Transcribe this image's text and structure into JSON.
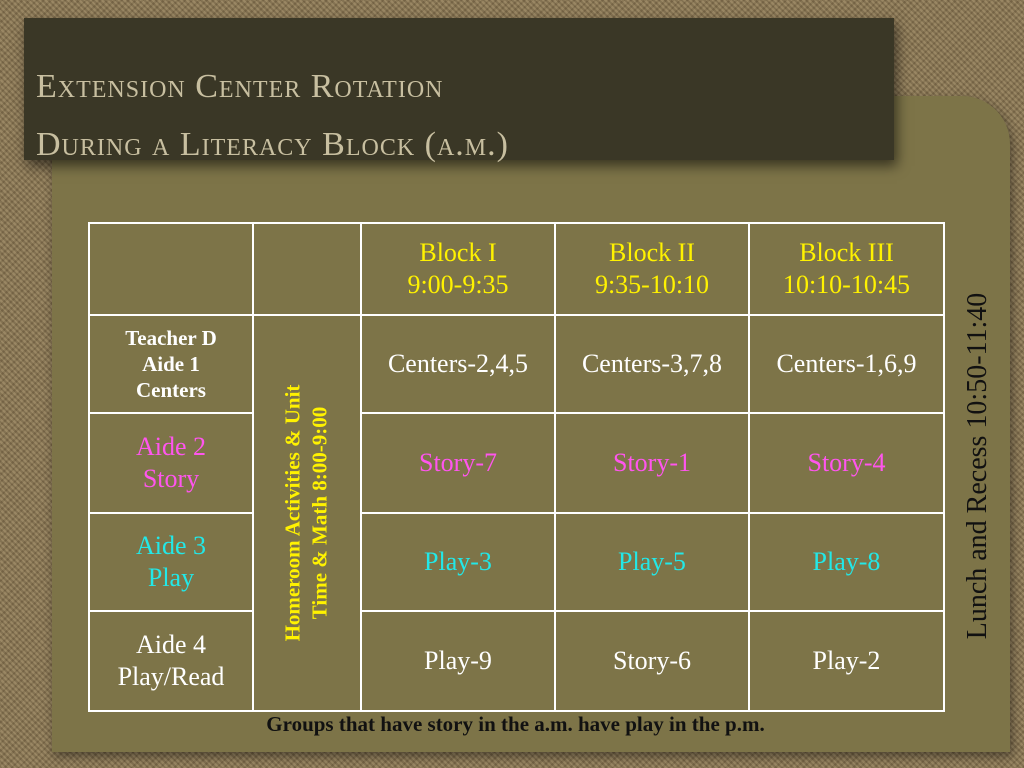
{
  "title": {
    "line1": "Extension Center Rotation",
    "line2": "During a Literacy Block (a.m.)"
  },
  "table": {
    "headers": [
      {
        "line1": "Block I",
        "line2": "9:00-9:35"
      },
      {
        "line1": "Block II",
        "line2": "9:35-10:10"
      },
      {
        "line1": "Block III",
        "line2": "10:10-10:45"
      }
    ],
    "homeroom": {
      "line1": "Homeroom Activities & Unit",
      "line2": "Time & Math  8:00-9:00"
    },
    "rows": [
      {
        "label": [
          "Teacher D",
          "Aide 1",
          "Centers"
        ],
        "cells": [
          "Centers-2,4,5",
          "Centers-3,7,8",
          "Centers-1,6,9"
        ]
      },
      {
        "label": [
          "Aide 2",
          "Story"
        ],
        "cells": [
          "Story-7",
          "Story-1",
          "Story-4"
        ]
      },
      {
        "label": [
          "Aide 3",
          "Play"
        ],
        "cells": [
          "Play-3",
          "Play-5",
          "Play-8"
        ]
      },
      {
        "label": [
          "Aide 4",
          "Play/Read"
        ],
        "cells": [
          "Play-9",
          "Story-6",
          "Play-2"
        ]
      }
    ]
  },
  "side_label": "Lunch and Recess 10:50-11:40",
  "footer": "Groups that have story in the a.m. have play in the p.m.",
  "colors": {
    "header_yellow": "#fff200",
    "story_pink": "#ff55ee",
    "play_cyan": "#22e8e8",
    "panel_olive": "#7d7448",
    "title_box": "#3a3726"
  }
}
